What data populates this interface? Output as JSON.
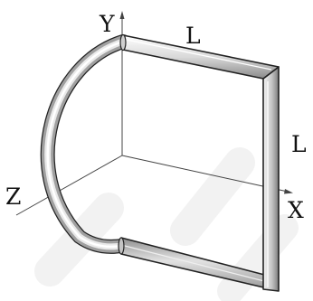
{
  "labels": {
    "y_axis": "Y",
    "x_axis": "X",
    "z_axis": "Z",
    "top_edge": "L",
    "right_edge": "L"
  },
  "colors": {
    "background": "#ffffff",
    "axis": "#444444",
    "tube_outline": "#222222",
    "tube_light": "#f2f2f2",
    "tube_mid": "#b9b9b9",
    "tube_dark": "#7a7a7a",
    "watermark": "#e6e6e6"
  }
}
